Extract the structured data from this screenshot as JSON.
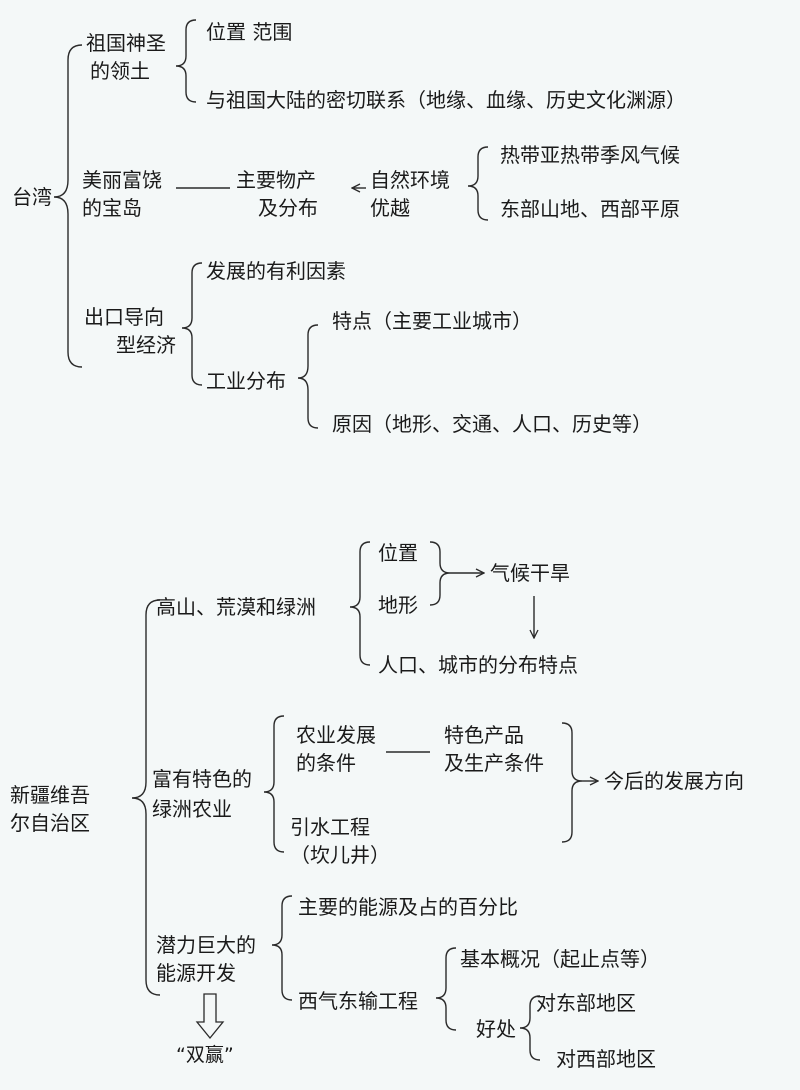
{
  "taiwan": {
    "title": "台湾",
    "sacred": {
      "l1": "祖国神圣",
      "l2": "的领土",
      "pos": "位置  范围",
      "links": "与祖国大陆的密切联系（地缘、血缘、历史文化渊源）"
    },
    "rich": {
      "l1": "美丽富饶",
      "l2": "的宝岛",
      "prod1": "主要物产",
      "prod2": "及分布",
      "env1": "自然环境",
      "env2": "优越",
      "climate": "热带亚热带季风气候",
      "terrain": "东部山地、西部平原"
    },
    "export": {
      "l1": "出口导向",
      "l2": "型经济",
      "factors": "发展的有利因素",
      "industry": "工业分布",
      "feature": "特点（主要工业城市）",
      "reason": "原因（地形、交通、人口、历史等）"
    }
  },
  "xinjiang": {
    "title1": "新疆维吾",
    "title2": "尔自治区",
    "mountains": {
      "label": "高山、荒漠和绿洲",
      "pos": "位置",
      "terrain": "地形",
      "climate": "气候干旱",
      "pop": "人口、城市的分布特点"
    },
    "oasis": {
      "l1": "富有特色的",
      "l2": "绿洲农业",
      "cond1": "农业发展",
      "cond2": "的条件",
      "prod1": "特色产品",
      "prod2": "及生产条件",
      "water1": "引水工程",
      "water2": "（坎儿井）",
      "future": "今后的发展方向"
    },
    "energy": {
      "l1": "潜力巨大的",
      "l2": "能源开发",
      "main": "主要的能源及占的百分比",
      "project": "西气东输工程",
      "basic": "基本概况（起止点等）",
      "benefit": "好处",
      "east": "对东部地区",
      "west": "对西部地区",
      "win": "“双赢”"
    }
  }
}
